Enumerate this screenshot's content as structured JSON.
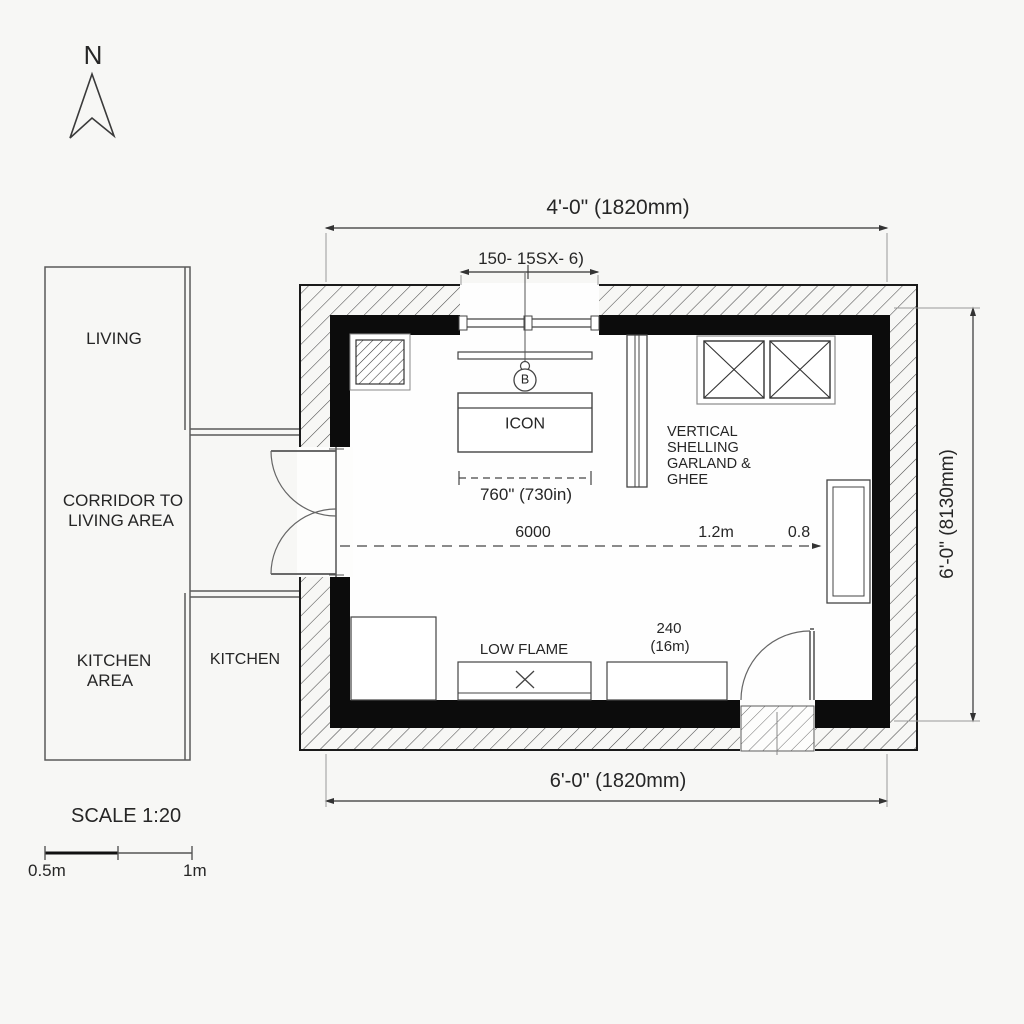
{
  "north_label": "N",
  "rooms": {
    "living": "LIVING",
    "corridor_line1": "CORRIDOR TO",
    "corridor_line2": "LIVING AREA",
    "kitchen_area_line1": "KITCHEN",
    "kitchen_area_line2": "AREA",
    "kitchen": "KITCHEN"
  },
  "fixtures": {
    "icon_label": "ICON",
    "b_marker": "B",
    "shelving_line1": "VERTICAL",
    "shelving_line2": "SHELLING",
    "shelving_line3": "GARLAND &",
    "shelving_line4": "GHEE",
    "low_flame_label": "LOW FLAME",
    "counter_value": "240",
    "counter_unit": "(16m)"
  },
  "dimensions": {
    "top": "4'-0\" (1820mm)",
    "top_sub": "150- 15SX- 6)",
    "right": "6'-0\" (8130mm)",
    "bottom": "6'-0\" (1820mm)",
    "island": "760\" (730in)",
    "flow_main": "6000",
    "flow_mid": "1.2m",
    "flow_end": "0.8"
  },
  "scale": {
    "label": "SCALE 1:20",
    "half_mark": "0.5m",
    "full_mark": "1m"
  },
  "colors": {
    "wall_fill": "#0c0c0c",
    "line": "#3a3a3a",
    "background": "#f7f7f5"
  }
}
